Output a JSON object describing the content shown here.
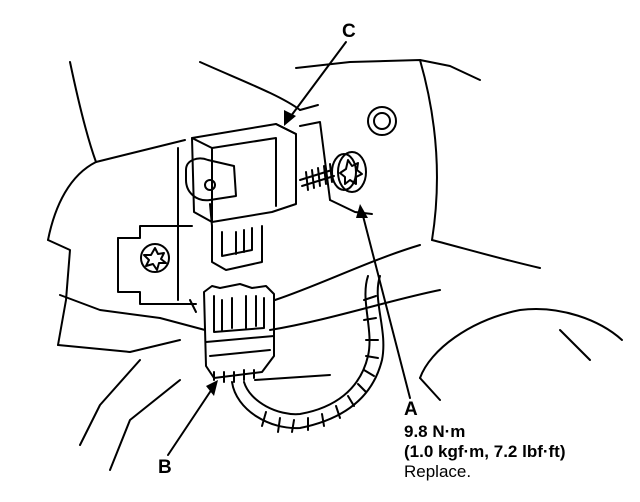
{
  "callouts": {
    "a": "A",
    "b": "B",
    "c": "C"
  },
  "spec": {
    "torque": "9.8 N·m",
    "torque_alt": "(1.0 kgf·m, 7.2 lbf·ft)",
    "note": "Replace."
  }
}
